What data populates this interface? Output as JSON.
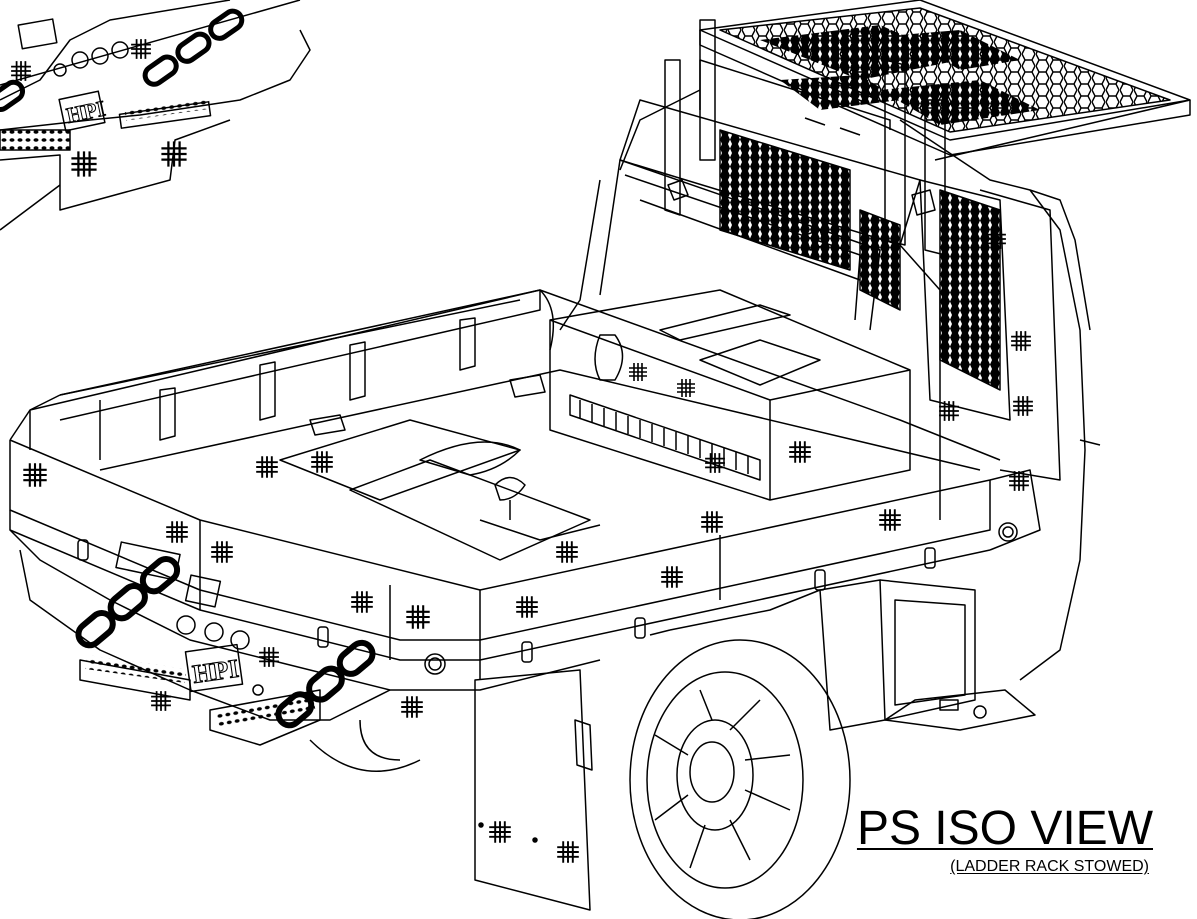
{
  "drawing": {
    "title": "PS ISO VIEW",
    "subtitle": "(LADDER RACK STOWED)",
    "logo_text": "HPI",
    "ink_color": "#000000",
    "paper_color": "#ffffff"
  }
}
